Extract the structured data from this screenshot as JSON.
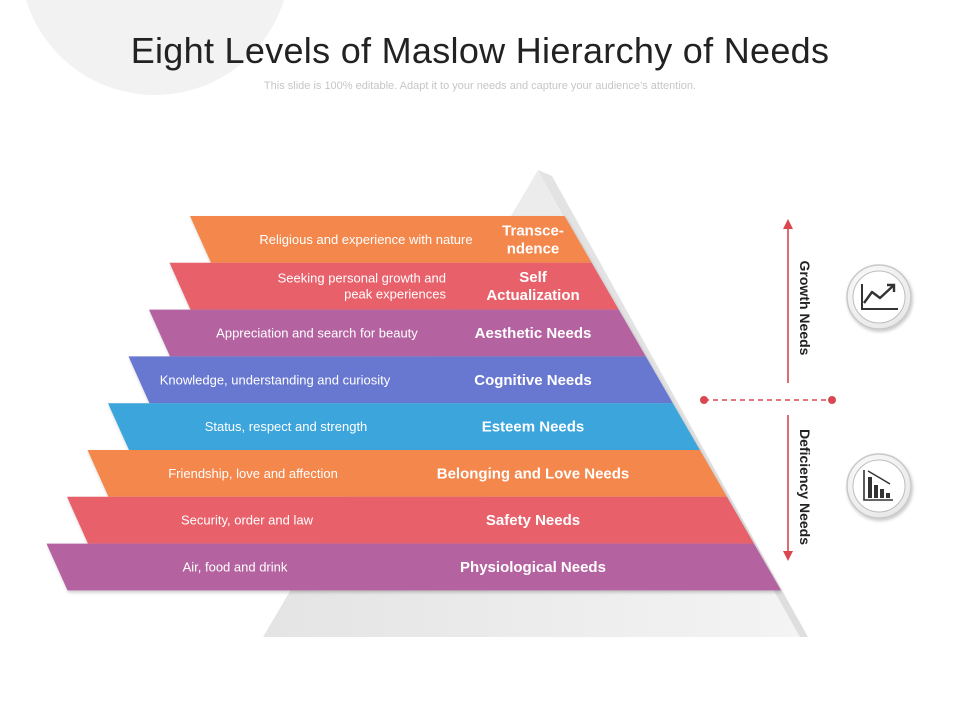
{
  "title": "Eight Levels of Maslow Hierarchy of Needs",
  "subtitle": "This slide is 100% editable. Adapt it to your needs and capture your audience’s attention.",
  "levels": [
    {
      "name": [
        "Transce-",
        "ndence"
      ],
      "description": [
        "Religious and experience with nature"
      ],
      "color": "#f4874b"
    },
    {
      "name": [
        "Self",
        "Actualization"
      ],
      "description": [
        "Seeking personal growth and",
        "peak experiences"
      ],
      "color": "#e8606a"
    },
    {
      "name": [
        "Aesthetic Needs"
      ],
      "description": [
        "Appreciation and search for beauty"
      ],
      "color": "#b564a0"
    },
    {
      "name": [
        "Cognitive Needs"
      ],
      "description": [
        "Knowledge, understanding and curiosity"
      ],
      "color": "#6777d0"
    },
    {
      "name": [
        "Esteem Needs"
      ],
      "description": [
        "Status, respect and strength"
      ],
      "color": "#3aa5dc"
    },
    {
      "name": [
        "Belonging and Love Needs"
      ],
      "description": [
        "Friendship, love and affection"
      ],
      "color": "#f4874b"
    },
    {
      "name": [
        "Safety Needs"
      ],
      "description": [
        "Security, order and law"
      ],
      "color": "#e8606a"
    },
    {
      "name": [
        "Physiological Needs"
      ],
      "description": [
        "Air, food and drink"
      ],
      "color": "#b564a0"
    }
  ],
  "axis": {
    "growth_label": "Growth Needs",
    "deficiency_label": "Deficiency Needs",
    "color": "#d9484f"
  },
  "icons": {
    "growth": "trending-up-chart-icon",
    "deficiency": "declining-bar-chart-icon"
  }
}
